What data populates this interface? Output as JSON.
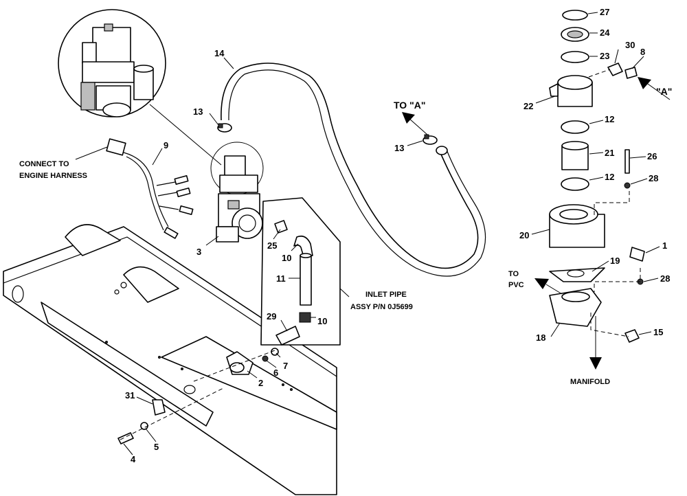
{
  "labels": {
    "connect_to": "CONNECT TO",
    "engine_harness": "ENGINE HARNESS",
    "to_a": "TO \"A\"",
    "a_ref": "\"A\"",
    "inlet_pipe": "INLET PIPE",
    "assy_pn": "ASSY P/N 0J5699",
    "to": "TO",
    "pvc": "PVC",
    "manifold": "MANIFOLD"
  },
  "callouts": {
    "c1": "1",
    "c2": "2",
    "c3": "3",
    "c4": "4",
    "c5": "5",
    "c6": "6",
    "c7": "7",
    "c8": "8",
    "c9": "9",
    "c10a": "10",
    "c10b": "10",
    "c11": "11",
    "c12a": "12",
    "c12b": "12",
    "c13a": "13",
    "c13b": "13",
    "c14": "14",
    "c15": "15",
    "c18": "18",
    "c19": "19",
    "c20": "20",
    "c21": "21",
    "c22": "22",
    "c23": "23",
    "c24": "24",
    "c25": "25",
    "c26": "26",
    "c27": "27",
    "c28a": "28",
    "c28b": "28",
    "c29": "29",
    "c30": "30",
    "c31": "31"
  }
}
